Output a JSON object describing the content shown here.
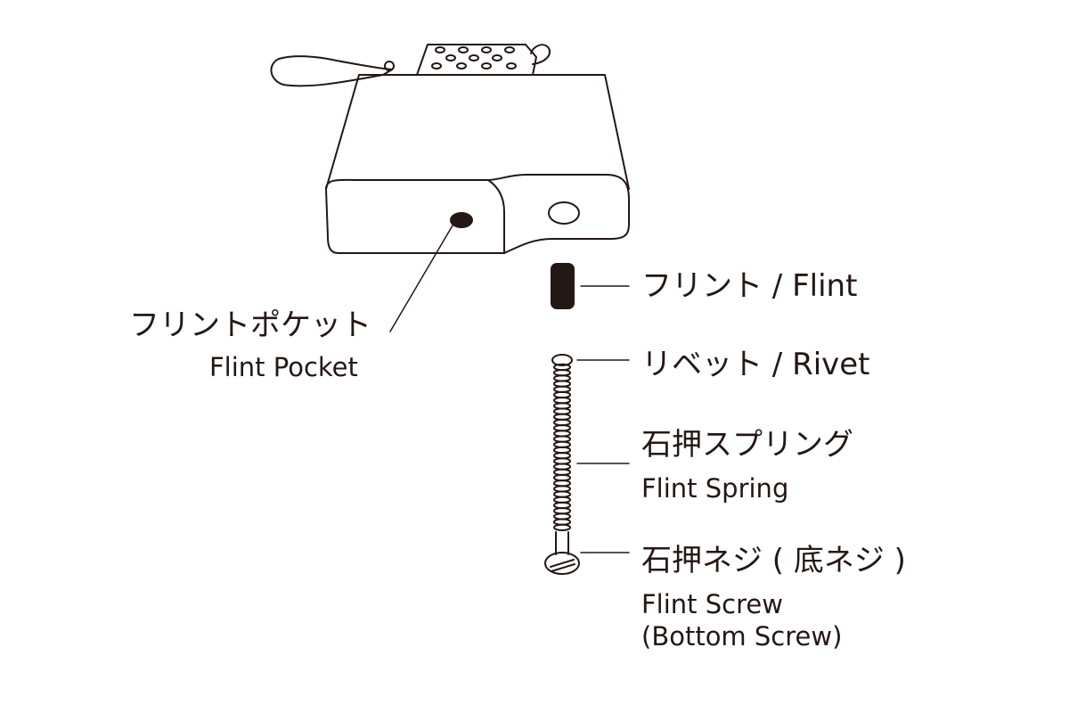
{
  "parts": {
    "flint_pocket": {
      "jp": "フリントポケット",
      "en": "Flint Pocket"
    },
    "flint": {
      "text": "フリント / Flint"
    },
    "rivet": {
      "text": "リベット / Rivet"
    },
    "flint_spring": {
      "jp": "石押スプリング",
      "en": "Flint Spring"
    },
    "flint_screw": {
      "jp": "石押ネジ ( 底ネジ )",
      "en_line1": "Flint Screw",
      "en_line2": "(Bottom Screw)"
    }
  },
  "colors": {
    "ink": "#231815",
    "paper": "#ffffff"
  }
}
